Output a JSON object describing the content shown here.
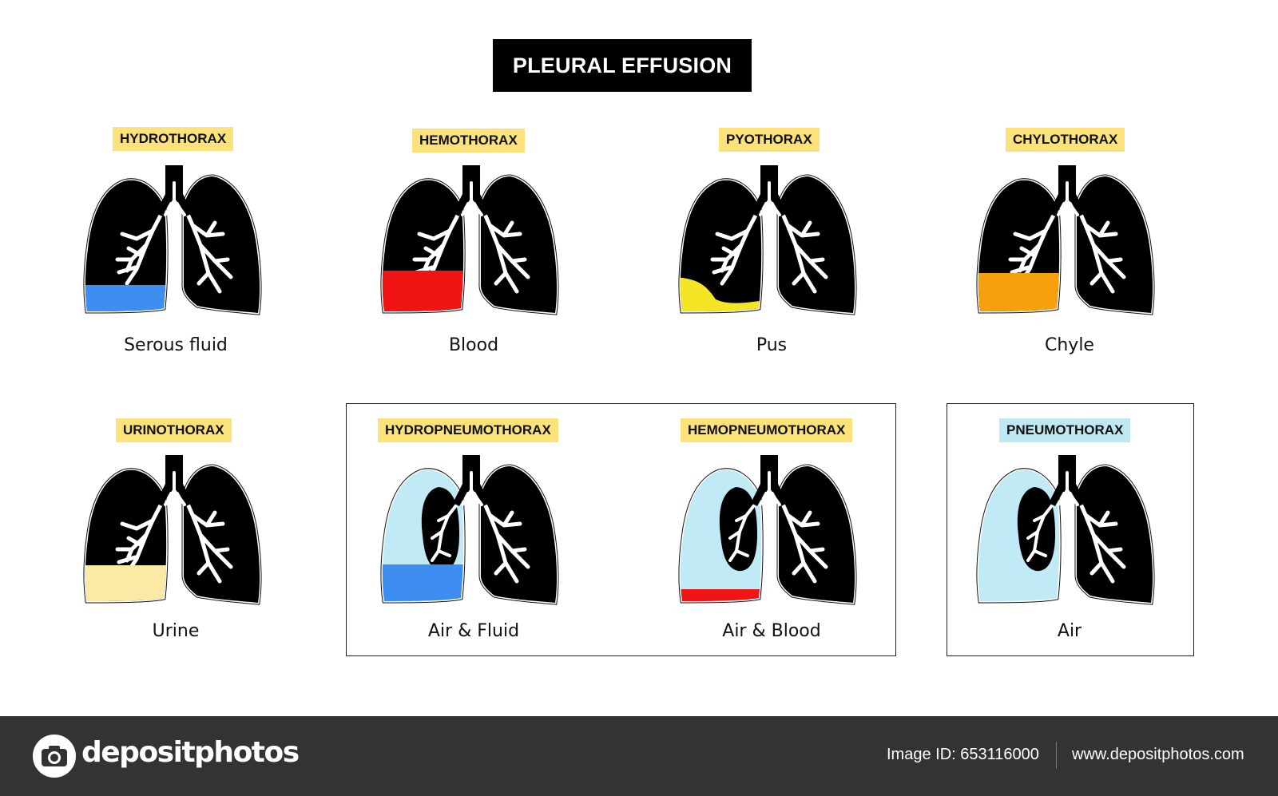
{
  "title": "PLEURAL EFFUSION",
  "colors": {
    "lung": "#000000",
    "bronchi": "#ffffff",
    "tag_yellow": "#fbe27a",
    "tag_blue": "#bfe8f3",
    "serous": "#3d8ef0",
    "blood": "#f01414",
    "pus": "#f5e625",
    "chyle": "#f6a00e",
    "urine": "#fbe9a6",
    "air": "#bfeaf6"
  },
  "panels": [
    {
      "tag": "HYDROTHORAX",
      "caption": "Serous fluid",
      "fluid": "serous",
      "air": false
    },
    {
      "tag": "HEMOTHORAX",
      "caption": "Blood",
      "fluid": "blood",
      "air": false
    },
    {
      "tag": "PYOTHORAX",
      "caption": "Pus",
      "fluid": "pus",
      "air": false
    },
    {
      "tag": "CHYLOTHORAX",
      "caption": "Chyle",
      "fluid": "chyle",
      "air": false
    },
    {
      "tag": "URINOTHORAX",
      "caption": "Urine",
      "fluid": "urine",
      "air": false
    },
    {
      "tag": "HYDROPNEUMOTHORAX",
      "caption": "Air & Fluid",
      "fluid": "serous",
      "air": true
    },
    {
      "tag": "HEMOPNEUMOTHORAX",
      "caption": "Air & Blood",
      "fluid": "blood",
      "air": true
    },
    {
      "tag": "PNEUMOTHORAX",
      "caption": "Air",
      "fluid": null,
      "air": true
    }
  ],
  "footer": {
    "brand": "depositphotos",
    "image_id": "Image ID: 653116000",
    "site": "www.depositphotos.com"
  }
}
